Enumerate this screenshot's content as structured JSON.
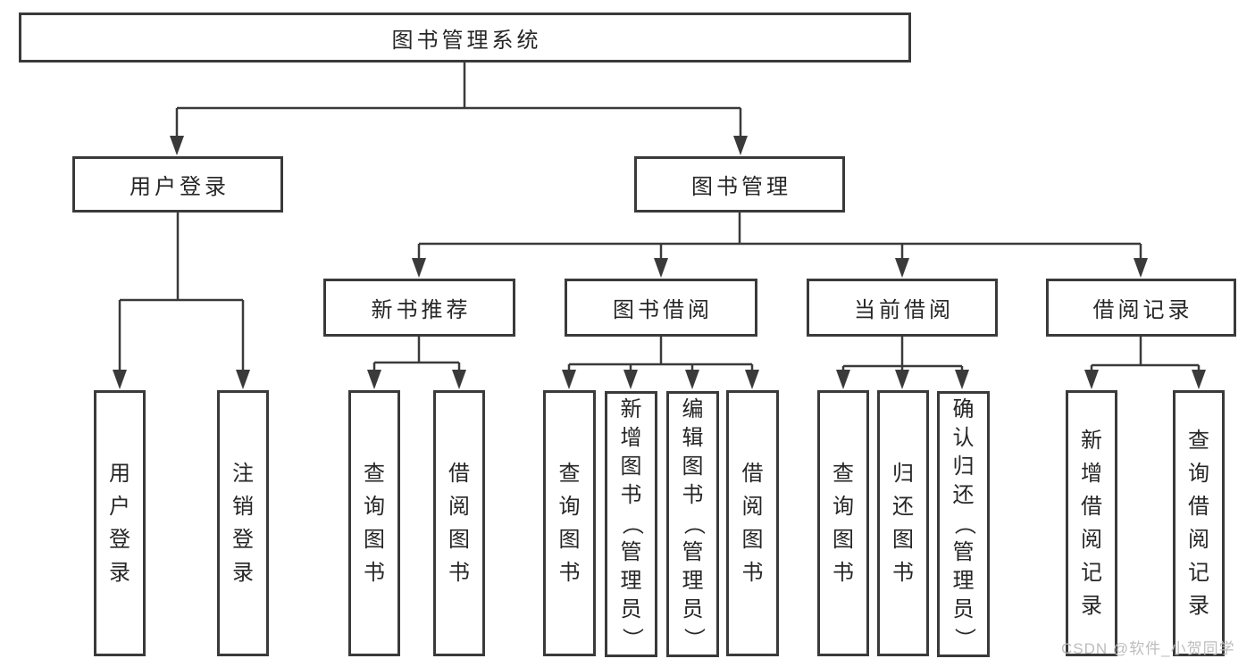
{
  "diagram": {
    "root": {
      "label": "图书管理系统"
    },
    "branches": [
      {
        "label": "用户登录",
        "children": [
          {
            "label": "用户登录"
          },
          {
            "label": "注销登录"
          }
        ]
      },
      {
        "label": "图书管理",
        "children": [
          {
            "label": "新书推荐",
            "children": [
              {
                "label": "查询图书"
              },
              {
                "label": "借阅图书"
              }
            ]
          },
          {
            "label": "图书借阅",
            "children": [
              {
                "label": "查询图书"
              },
              {
                "label": "新增图书（管理员）"
              },
              {
                "label": "编辑图书（管理员）"
              },
              {
                "label": "借阅图书"
              }
            ]
          },
          {
            "label": "当前借阅",
            "children": [
              {
                "label": "查询图书"
              },
              {
                "label": "归还图书"
              },
              {
                "label": "确认归还（管理员）"
              }
            ]
          },
          {
            "label": "借阅记录",
            "children": [
              {
                "label": "新增借阅记录"
              },
              {
                "label": "查询借阅记录"
              }
            ]
          }
        ]
      }
    ]
  },
  "watermark": {
    "text": "CSDN @软件_小贺同学"
  },
  "colors": {
    "line": "#3a3a3a",
    "text": "#262626",
    "watermark": "#bdbdbd",
    "background": "#ffffff"
  }
}
